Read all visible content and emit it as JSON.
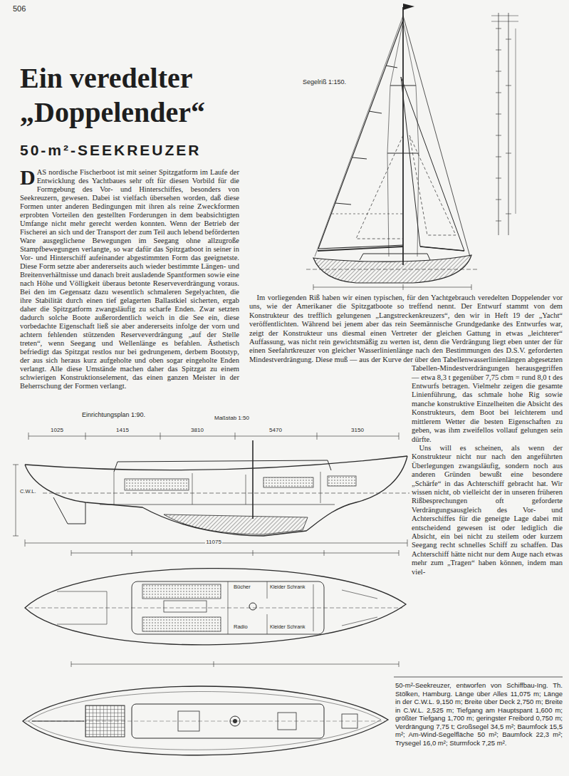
{
  "diagram": {
    "title": "Ein veredelter „Doppelender“",
    "caption": "50-m²-Seekreuzer, entworfen von Schiffbau-Ing. Th. Stölken, Hamburg. Länge über Alles 11,075 m; Länge in der C.W.L. 9,150 m; Breite über Deck 2,750 m; Breite in C.W.L. 2,525 m; Tiefgang am Hauptspant 1,600 m; größter Tiefgang 1,700 m; geringster Freibord 0,750 m; Verdrängung 7,75 t; Großsegel 34,5 m²; Baumfock 15,5 m²; Am-Wind-Segelfläche 50 m²; Baumfock 22,3 m²; Trysegel 16,0 m²; Sturmfock 7,25 m².",
    "labels": [
      "506",
      "50-m²-SEEKREUZER",
      "DAS nordische Fischerboot ist mit seiner Spitzgatform im Laufe der Entwicklung des Yachtbaues sehr oft für diesen Vorbild für die Formgebung des Vor- und Hinterschiffes, besonders von Seekreuzern, gewesen. Dabei ist vielfach übersehen worden, daß diese Formen unter anderen Bedingungen mit ihren als reine Zweckformen erprobten Vorteilen den gestellten Forderungen in dem beabsichtigten Umfange nicht mehr gerecht werden konnten. Wenn der Betrieb der Fischerei an sich und der Transport der zum Teil auch lebend beförderten Ware ausgeglichene Bewegungen im Seegang ohne allzugroße Stampfbewegungen verlangte, so war dafür das Spitzgatboot in seiner in Vor- und Hinterschiff aufeinander abgestimmten Form das geeignetste. Diese Form setzte aber andererseits auch wieder bestimmte Längen- und Breitenverhältnisse und danach breit ausladende Spantformen sowie eine nach Höhe und Völligkeit überaus betonte Reserveverdrängung voraus. Bei den im Gegensatz dazu wesentlich schmaleren Segelyachten, die ihre Stabilität durch einen tief gelagerten Ballastkiel sicherten, ergab daher die Spitzgatform zwangsläufig zu scharfe Enden. Zwar setzten dadurch solche Boote außerordentlich weich in die See ein, diese vorbedachte Eigenschaft ließ sie aber andererseits infolge der vorn und achtern fehlenden stützenden Reserveverdrängung „auf der Stelle treten“, wenn Seegang und Wellenlänge es befahlen. Ästhetisch befriedigt das Spitzgat restlos nur bei gedrungenem, derbem Bootstyp, der aus sich heraus kurz aufgeholte und oben sogar eingeholte Enden verlangt. Alle diese Umstände machen daher das Spitzgat zu einem schwierigen Konstruktionselement, das einen ganzen Meister in der Beherrschung der Formen verlangt.",
      "Segelriß 1:150.",
      "Im vorliegenden Riß haben wir einen typischen, für den Yachtgebrauch veredelten Doppelender vor uns, wie der Amerikaner die Spitzgatboote so treffend nennt. Der Entwurf stammt von dem Konstrukteur des trefflich gelungenen „Langstreckenkreuzers“, den wir in Heft 19 der „Yacht“ veröffentlichten. Während bei jenem aber das rein Seemännische Grundgedanke des Entwurfes war, zeigt der Konstrukteur uns diesmal einen Vertreter der gleichen Gattung in etwas „leichterer“ Auffassung, was nicht rein gewichtsmäßig zu werten ist, denn die Verdrängung liegt eben unter der für einen Seefahrtkreuzer von gleicher Wasserlinienlänge nach den Bestimmungen des D.S.V. geforderten Mindestverdrängung. Diese muß — aus der Kurve der über den Tabellenwasserlinienlängen abgesetzten Tabellen-Mindestverdrängungen herausgegriffen — etwa 8,3 t gegenüber 7,75 cbm = rund 8,0 t des Entwurfs betragen. Vielmehr zeigen die gesamte Linienführung, das schmale hohe Rig sowie manche konstruktive Einzelheiten die Absicht des Konstrukteurs, dem Boot bei leichterem und mittlerem Wetter die besten Eigenschaften zu geben, was ihm zweifellos vollauf gelungen sein dürfte.",
      "Uns will es scheinen, als wenn der Konstrukteur nicht nur nach den angeführten Überlegungen zwangsläufig, sondern noch aus anderen Gründen bewußt eine besondere „Schärfe“ in das Achterschiff gebracht hat. Wir wissen nicht, ob vielleicht der in unseren früheren Rißbesprechungen oft geforderte Verdrängungsausgleich des Vor- und Achterschiffes für die geneigte Lage dabei mit entscheidend gewesen ist oder lediglich die Absicht, ein bei nicht zu steilem oder kurzem Seegang recht schnelles Schiff zu schaffen. Das Achterschiff hätte nicht nur dem Auge nach etwas mehr zum „Tragen“ haben können, indem man viel-",
      "Einrichtungsplan 1:90.",
      "Maßstab 1:50",
      "1025",
      "1415",
      "3810",
      "5470",
      "3150",
      "C.W.L.",
      "11075",
      "Bücher",
      "Kleider Schrank",
      "Radio",
      "Kleider Schrank"
    ]
  }
}
